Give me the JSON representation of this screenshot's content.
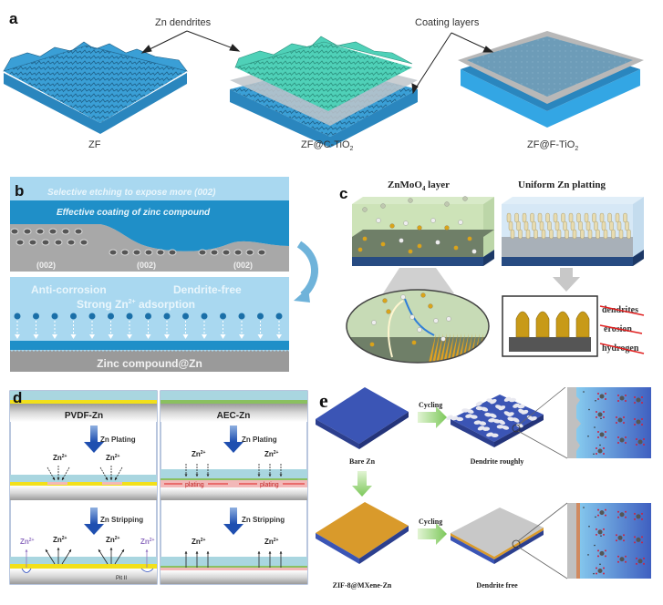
{
  "panels": {
    "a": {
      "letter": "a",
      "annotations": {
        "dendrites": "Zn dendrites",
        "coating": "Coating layers"
      },
      "samples": [
        {
          "label": "ZF",
          "sub": ""
        },
        {
          "label": "ZF@C-TiO",
          "sub": "2"
        },
        {
          "label": "ZF@F-TiO",
          "sub": "2"
        }
      ]
    },
    "b": {
      "letter": "b",
      "top_text": "Selective etching to expose more (002)",
      "coating_text": "Effective coating of zinc compound",
      "facet_labels": [
        "(002)",
        "(002)",
        "(002)"
      ],
      "anti_corrosion": "Anti-corrosion",
      "dendrite_free": "Dendrite-free",
      "adsorption_prefix": "Strong Zn",
      "adsorption_sup": "2+",
      "adsorption_suffix": " adsorption",
      "bottom_text": "Zinc compound@Zn"
    },
    "c": {
      "letter": "c",
      "left_title_prefix": "ZnMoO",
      "left_title_sub": "4",
      "left_title_suffix": " layer",
      "right_title": "Uniform Zn platting",
      "struck_words": [
        "dendrites",
        "erosion",
        "hydrogen"
      ]
    },
    "d": {
      "letter": "d",
      "left_title": "PVDF-Zn",
      "right_title": "AEC-Zn",
      "plating": "Zn Plating",
      "stripping": "Zn Stripping",
      "ion": "Zn",
      "ion_sup": "2+",
      "plating_label": "plating",
      "pit_label": "Pit II"
    },
    "e": {
      "letter": "e",
      "cycling": "Cycling",
      "bare": "Bare Zn",
      "rough": "Dendrite roughly",
      "coated": "ZIF-8@MXene-Zn",
      "free": "Dendrite free"
    }
  },
  "colors": {
    "zn_blue": "#3a9fd6",
    "teal": "#4fd1b8",
    "light_blue": "#a9d8f0",
    "mid_blue": "#1f8fc8",
    "grey": "#a8a8a8",
    "gold": "#d9a41a",
    "navy": "#3b55b5",
    "orange_coat": "#d99a2b",
    "green_arrow": "#8fd46a",
    "red_strike": "#e02020",
    "yellow": "#f2e01a",
    "pink": "#f2b8b8"
  }
}
